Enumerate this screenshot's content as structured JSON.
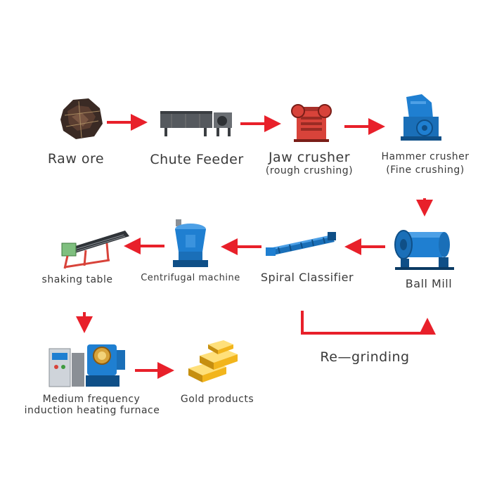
{
  "steps": {
    "raw_ore": "Raw ore",
    "chute_feeder": "Chute Feeder",
    "jaw_crusher": "Jaw crusher",
    "jaw_crusher_note": "(rough crushing)",
    "hammer_crusher": "Hammer crusher",
    "hammer_crusher_note": "(Fine crushing)",
    "ball_mill": "Ball Mill",
    "spiral_classifier": "Spiral Classifier",
    "centrifugal_machine": "Centrifugal machine",
    "shaking_table": "shaking table",
    "furnace_line1": "Medium frequency",
    "furnace_line2": "induction heating furnace",
    "gold_products": "Gold products",
    "regrinding": "Re—grinding"
  },
  "colors": {
    "arrow": "#e8202a",
    "machine_blue": "#1f7fd1",
    "machine_red": "#d8433a",
    "gold": "#f2b51c",
    "ore": "#3a2a24"
  },
  "icons": [
    "ore-rock-icon",
    "chute-feeder-icon",
    "jaw-crusher-icon",
    "hammer-crusher-icon",
    "ball-mill-icon",
    "spiral-classifier-icon",
    "centrifugal-machine-icon",
    "shaking-table-icon",
    "induction-furnace-icon",
    "gold-bars-icon"
  ]
}
